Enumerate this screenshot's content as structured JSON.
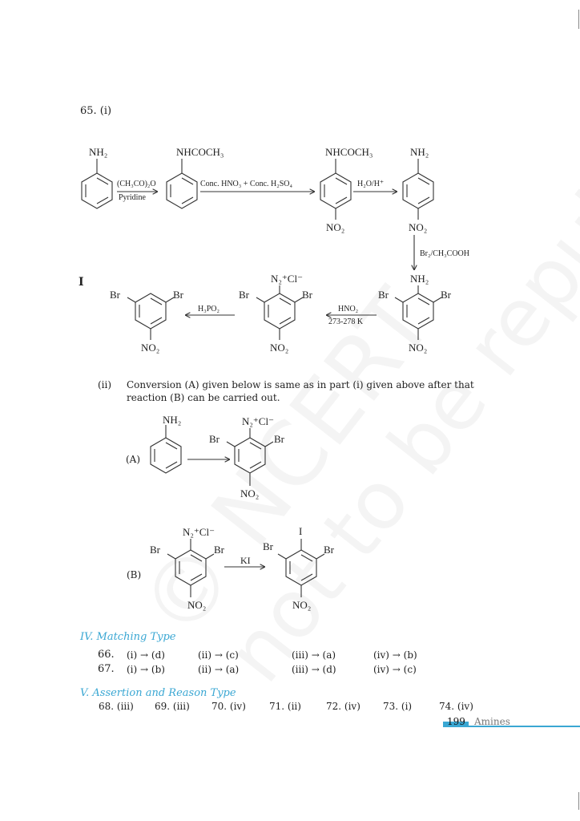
{
  "page": {
    "number": "199",
    "chapter": "Amines",
    "watermark_lines": [
      "© NCERT",
      "not to be republished"
    ],
    "accent_color": "#3aa7d3"
  },
  "q65": {
    "label": "65. (i)",
    "roman_marker": "I",
    "part_i": {
      "compounds": {
        "aniline": {
          "top": "NH₂"
        },
        "acetanilide": {
          "top": "NHCOCH₃"
        },
        "p_nitroacetanilide": {
          "top": "NHCOCH₃",
          "bottom": "NO₂"
        },
        "p_nitroaniline": {
          "top": "NH₂",
          "bottom": "NO₂"
        },
        "dibromo_nitroaniline": {
          "top": "NH₂",
          "left": "Br",
          "right": "Br",
          "bottom": "NO₂"
        },
        "diazonium_salt": {
          "top": "N₂⁺Cl⁻",
          "left": "Br",
          "right": "Br",
          "bottom": "NO₂"
        },
        "dibromonitrobenzene": {
          "left": "Br",
          "right": "Br",
          "bottom": "NO₂"
        }
      },
      "reagents": {
        "step1_top": "(CH₃CO)₂O",
        "step1_bottom": "Pyridine",
        "step2_top": "Conc. HNO₃ + Conc. H₂SO₄",
        "step3_top": "H₂O/H⁺",
        "step4_side": "Br₂/CH₃COOH",
        "step5_top": "HNO₂",
        "step5_bottom": "273-278 K",
        "step6_top": "H₃PO₂"
      }
    },
    "part_ii": {
      "label": "(ii)",
      "text_line1": "Conversion (A) given below is same as in part (i) given above after that",
      "text_line2": "reaction (B) can be carried out.",
      "conversion_a": {
        "label": "(A)",
        "reactant": {
          "top": "NH₂"
        },
        "product": {
          "top": "N₂⁺Cl⁻",
          "left": "Br",
          "right": "Br",
          "bottom": "NO₂"
        }
      },
      "conversion_b": {
        "label": "(B)",
        "reagent": "KI",
        "reactant": {
          "top": "N₂⁺Cl⁻",
          "left": "Br",
          "right": "Br",
          "bottom": "NO₂"
        },
        "product": {
          "top": "I",
          "left": "Br",
          "right": "Br",
          "bottom": "NO₂"
        }
      }
    }
  },
  "matching": {
    "heading": "IV. Matching Type",
    "rows": [
      {
        "num": "66.",
        "cells": [
          "(i) → (d)",
          "(ii) → (c)",
          "(iii) → (a)",
          "(iv) → (b)"
        ]
      },
      {
        "num": "67.",
        "cells": [
          "(i) → (b)",
          "(ii) → (a)",
          "(iii) → (d)",
          "(iv) → (c)"
        ]
      }
    ]
  },
  "assertion": {
    "heading": "V. Assertion and Reason Type",
    "answers": [
      "68. (iii)",
      "69. (iii)",
      "70. (iv)",
      "71. (ii)",
      "72. (iv)",
      "73. (i)",
      "74. (iv)"
    ]
  }
}
